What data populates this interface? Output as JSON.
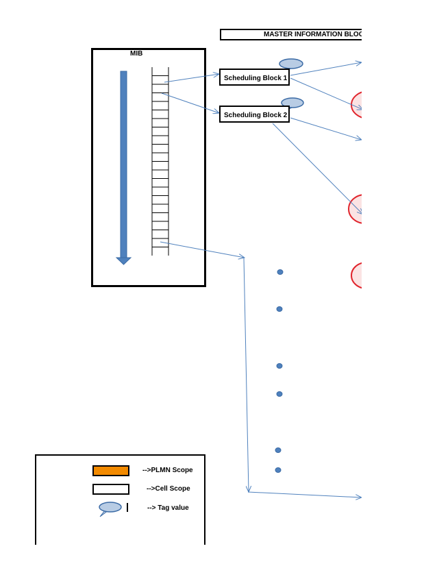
{
  "title": "MASTER INFORMATION BLOCK",
  "mib": {
    "label": "MIB"
  },
  "scheduling_blocks": [
    {
      "label": "Scheduling Block 1"
    },
    {
      "label": "Scheduling Block 2"
    }
  ],
  "legend": {
    "items": [
      {
        "label": "-->PLMN Scope",
        "color": "#f28a00"
      },
      {
        "label": "-->Cell Scope",
        "color": "#ffffff"
      },
      {
        "label": "--> Tag value",
        "color": "#b8cce4"
      }
    ]
  },
  "colors": {
    "arrow": "#4f81bd",
    "big_arrow": "#4f81bd",
    "tag_fill": "#b8cce4",
    "circle_stroke": "#e0242c",
    "circle_fill": "#fbe3e3",
    "bullet": "#4f81bd"
  }
}
